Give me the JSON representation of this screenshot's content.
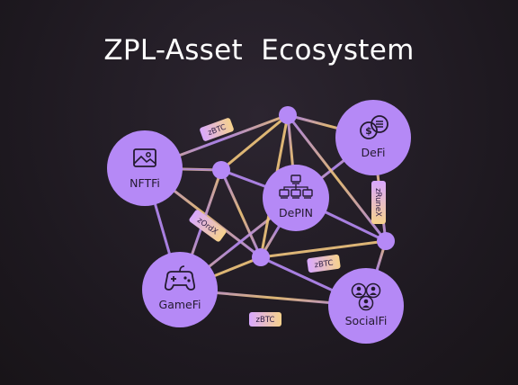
{
  "title": "ZPL-Asset  Ecosystem",
  "colors": {
    "background": "#1d181f",
    "node": "#b589f6",
    "edge_gold": "#f2c77a",
    "edge_violet": "#b589f6",
    "tag_fill": "#d8b0ff",
    "text_dark": "#241a30"
  },
  "nodes": [
    {
      "id": "nftfi",
      "label": "NFTFi",
      "icon": "image-icon"
    },
    {
      "id": "defi",
      "label": "DeFi",
      "icon": "coins-icon"
    },
    {
      "id": "depin",
      "label": "DePIN",
      "icon": "network-icon"
    },
    {
      "id": "gamefi",
      "label": "GameFi",
      "icon": "gamepad-icon"
    },
    {
      "id": "socialfi",
      "label": "SocialFi",
      "icon": "users-icon"
    }
  ],
  "hubs": [
    "hub-top",
    "hub-left",
    "hub-center",
    "hub-right"
  ],
  "edge_tags": [
    {
      "id": "tag-zbtc-top",
      "label": "zBTC"
    },
    {
      "id": "tag-zordx",
      "label": "zOrdX"
    },
    {
      "id": "tag-zrunex",
      "label": "zRuneX"
    },
    {
      "id": "tag-zbtc-mid",
      "label": "zBTC"
    },
    {
      "id": "tag-zbtc-bottom",
      "label": "zBTC"
    }
  ]
}
